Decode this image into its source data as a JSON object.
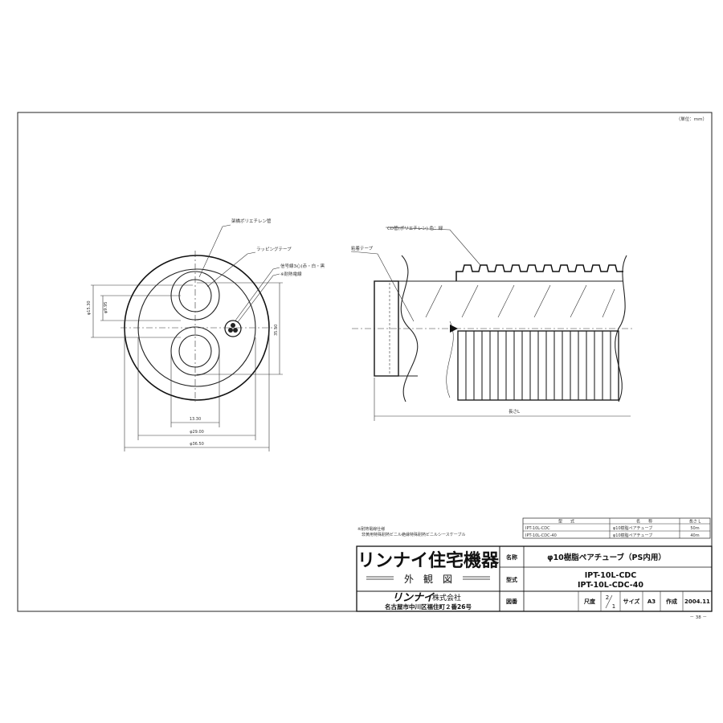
{
  "unit": "（単位：mm）",
  "page_number": "－ 38 －",
  "cross_section": {
    "labels": {
      "outer_tube": "架橋ポリエチレン管",
      "wrapping_tape": "ラッピングテープ",
      "signal_wire": "信号線3心(赤・白・黒",
      "heat_wire": "※耐熱電線"
    },
    "dims": {
      "d_1530": "φ15.30",
      "d_995": "φ9.95",
      "h_3550": "35.50",
      "w_1330": "13.30",
      "d_2900": "φ29.00",
      "d_3650": "φ36.50"
    }
  },
  "side_view": {
    "labels": {
      "cd_pipe": "CD管(ポリエチレン) 色：緑",
      "adhesive_tape": "粘着テープ",
      "length": "長さL"
    }
  },
  "notes": {
    "line1": "※耐熱電線仕様",
    "line2": "　非黄用特殊耐熱ビニル絶縁特殊耐熱ビニルシースケーブル"
  },
  "spec_table": {
    "headers": [
      "型　　式",
      "名　　称",
      "長さ L"
    ],
    "rows": [
      [
        "IPT-10L-CDC",
        "φ10樹脂ペアチューブ",
        "50m"
      ],
      [
        "IPT-10L-CDC-40",
        "φ10樹脂ペアチューブ",
        "40m"
      ]
    ]
  },
  "title_block": {
    "brand_title": "リンナイ住宅機器",
    "drawing_kind": "外　観　図",
    "company_brand": "リンナイ",
    "company_suffix": "株式会社",
    "address": "名古屋市中川区福住町２番26号",
    "name_label": "名称",
    "name_value": "φ10樹脂ペアチューブ（PS内用）",
    "model_label": "型式",
    "model_value_1": "IPT-10L-CDC",
    "model_value_2": "IPT-10L-CDC-40",
    "drawing_no_label": "図番",
    "scale_label": "尺度",
    "scale_num": "2",
    "scale_den": "1",
    "size_label": "サイズ",
    "size_value": "A3",
    "date_label": "作成",
    "date_value": "2004.11"
  }
}
